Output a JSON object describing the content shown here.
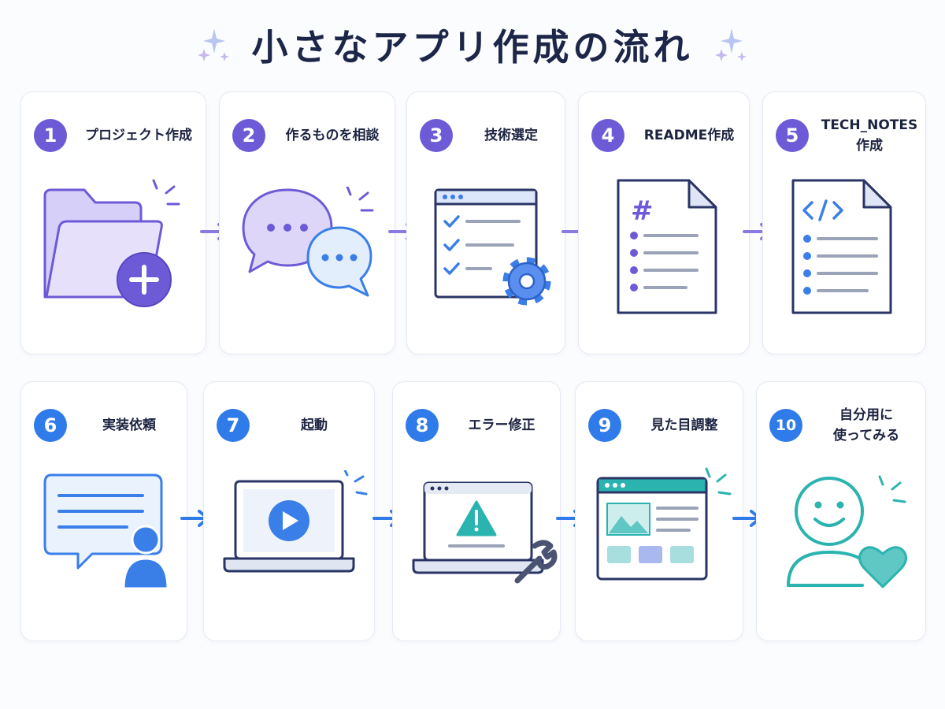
{
  "title": "小さなアプリ作成の流れ",
  "colors": {
    "purple": "#6c5ad6",
    "blue": "#2f7be9",
    "teal": "#2bb3b0",
    "title": "#1c2648",
    "arrow_purple": "#8b7be0",
    "arrow_blue": "#2f7be9"
  },
  "steps": [
    {
      "number": "1",
      "label": "プロジェクト作成",
      "icon": "folder-plus-icon",
      "color": "purple"
    },
    {
      "number": "2",
      "label": "作るものを相談",
      "icon": "chat-bubbles-icon",
      "color": "purple"
    },
    {
      "number": "3",
      "label": "技術選定",
      "icon": "checklist-gear-icon",
      "color": "purple"
    },
    {
      "number": "4",
      "label": "README作成",
      "icon": "markdown-document-icon",
      "color": "purple"
    },
    {
      "number": "5",
      "label": "TECH_NOTES作成",
      "icon": "code-document-icon",
      "color": "purple"
    },
    {
      "number": "6",
      "label": "実装依頼",
      "icon": "message-user-icon",
      "color": "blue"
    },
    {
      "number": "7",
      "label": "起動",
      "icon": "laptop-play-icon",
      "color": "blue"
    },
    {
      "number": "8",
      "label": "エラー修正",
      "icon": "laptop-warning-wrench-icon",
      "color": "blue"
    },
    {
      "number": "9",
      "label": "見た目調整",
      "icon": "browser-layout-icon",
      "color": "blue"
    },
    {
      "number": "10",
      "label": "自分用に\n使ってみる",
      "icon": "smiley-person-heart-icon",
      "color": "blue"
    }
  ]
}
